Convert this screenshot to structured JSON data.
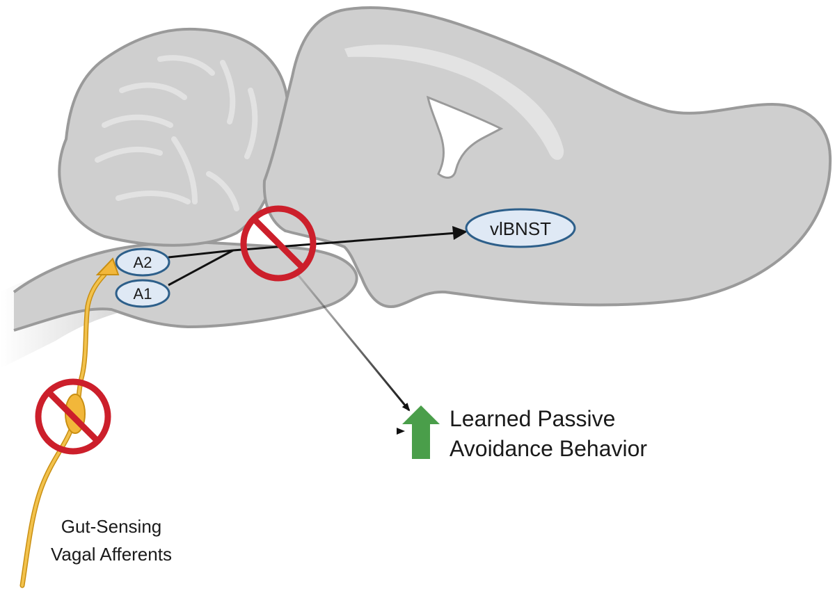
{
  "nodes": {
    "vlbnst": "vlBNST",
    "a2": "A2",
    "a1": "A1"
  },
  "outcome": {
    "line1": "Learned Passive",
    "line2": "Avoidance Behavior"
  },
  "neuron": {
    "line1": "Gut-Sensing",
    "line2": "Vagal Afferents"
  },
  "colors": {
    "brain_fill": "#cfcfcf",
    "brain_stroke": "#9a9a9a",
    "node_fill": "#dfe9f5",
    "node_stroke": "#2d5f8a",
    "inhibit_red": "#cc1f2b",
    "up_arrow_green": "#4a9e4a",
    "neuron_yellow": "#f2b73a",
    "pathway_black": "#111111"
  },
  "icons": [
    "inhibition-symbol",
    "up-arrow-icon",
    "neuron-terminal-icon"
  ]
}
